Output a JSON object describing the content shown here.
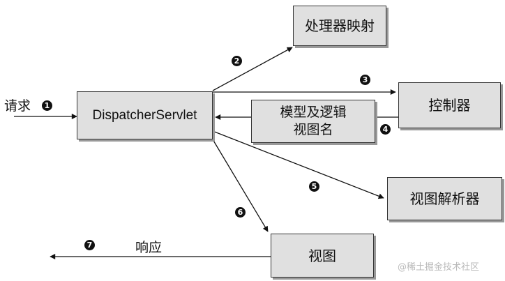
{
  "diagram": {
    "nodes": {
      "handler_mapping": "处理器映射",
      "dispatcher": "DispatcherServlet",
      "controller": "控制器",
      "model_view_line1": "模型及逻辑",
      "model_view_line2": "视图名",
      "view_resolver": "视图解析器",
      "view": "视图"
    },
    "labels": {
      "request": "请求",
      "response": "响应"
    },
    "steps": [
      "1",
      "2",
      "3",
      "4",
      "5",
      "6",
      "7"
    ]
  },
  "watermark": "@稀土掘金技术社区"
}
